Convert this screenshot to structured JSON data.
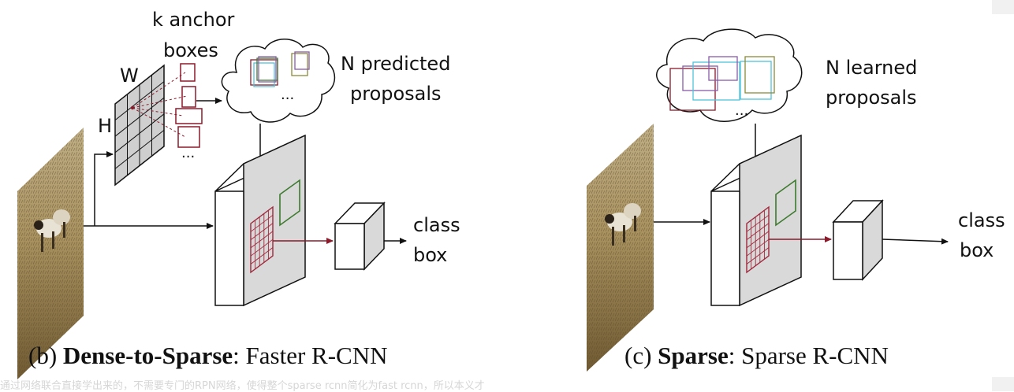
{
  "panel_b": {
    "anchor_label_1": "k anchor",
    "anchor_label_2": "boxes",
    "grid_w_label": "W",
    "grid_h_label": "H",
    "ellipsis": "...",
    "proposals_label_1": "N predicted",
    "proposals_label_2": "proposals",
    "output_label_1": "class",
    "output_label_2": "box",
    "caption_prefix": "(b) ",
    "caption_bold": "Dense-to-Sparse",
    "caption_rest": ": Faster R-CNN"
  },
  "panel_c": {
    "ellipsis": "...",
    "proposals_label_1": "N learned",
    "proposals_label_2": "proposals",
    "output_label_1": "class",
    "output_label_2": "box",
    "caption_prefix": "(c) ",
    "caption_bold": "Sparse",
    "caption_rest": ": Sparse R-CNN"
  },
  "watermark": "通过网络联合直接学出来的，不需要专门的RPN网络，使得整个sparse rcnn简化为fast rcnn，所以本义才",
  "colors": {
    "feature_map": "#d9d9d9",
    "roi_grid": "#a0283c",
    "box_green": "#3d7a2e",
    "box_cyan": "#4fc3d9",
    "box_purple": "#8a5aa8",
    "box_olive": "#8a8a3a",
    "arrow": "#111111",
    "roi_arrow": "#8b1a2a"
  }
}
